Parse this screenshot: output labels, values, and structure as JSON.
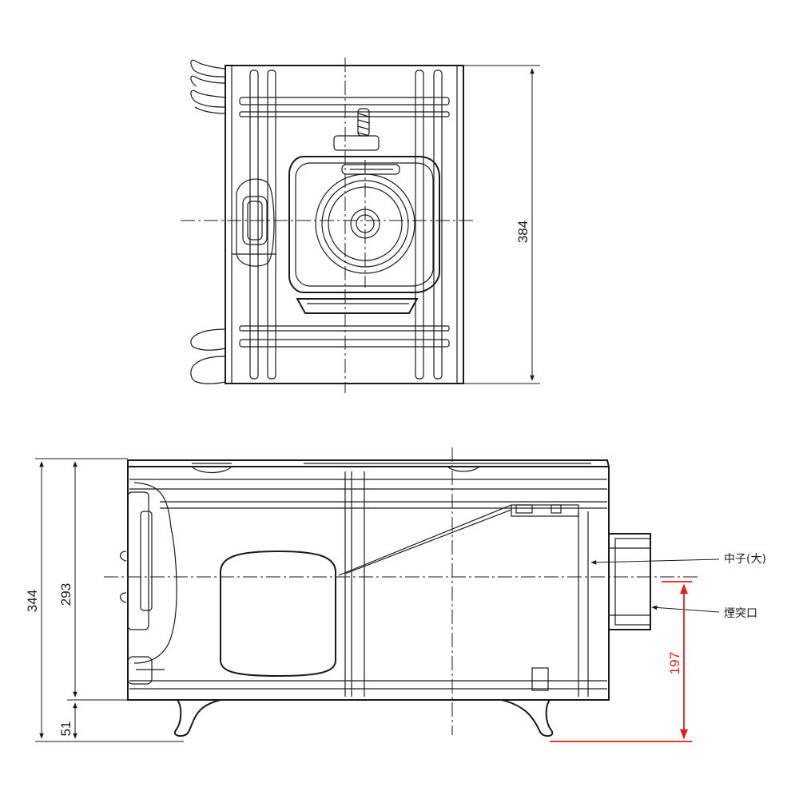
{
  "dimensions": {
    "top_depth": "384",
    "side_total_height": "344",
    "side_body_height": "293",
    "leg_height": "51",
    "flue_height": "197"
  },
  "labels": {
    "middle_part": "中子(大)",
    "flue_outlet": "煙突口"
  },
  "colors": {
    "line": "#1a1a1a",
    "highlight_dimension": "#e0201f"
  }
}
